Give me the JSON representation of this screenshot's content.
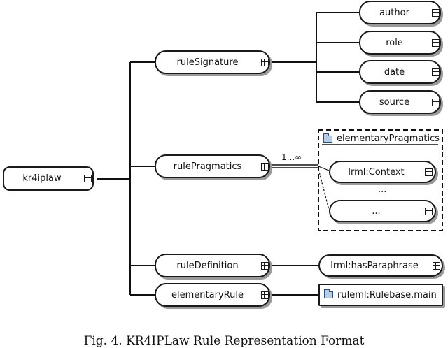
{
  "nodes": {
    "root": "kr4iplaw",
    "rule_signature": "ruleSignature",
    "author": "author",
    "role": "role",
    "date": "date",
    "source": "source",
    "rule_pragmatics": "rulePragmatics",
    "cardinality": "1...∞",
    "group_label": "elementaryPragmatics",
    "lrml_context": "lrml:Context",
    "group_ellipsis": "...",
    "group_last": "...",
    "rule_definition": "ruleDefinition",
    "has_paraphrase": "lrml:hasParaphrase",
    "elementary_rule": "elementaryRule",
    "rulebase_main": "ruleml:Rulebase.main"
  },
  "caption": "Fig. 4. KR4IPLaw Rule Representation Format"
}
